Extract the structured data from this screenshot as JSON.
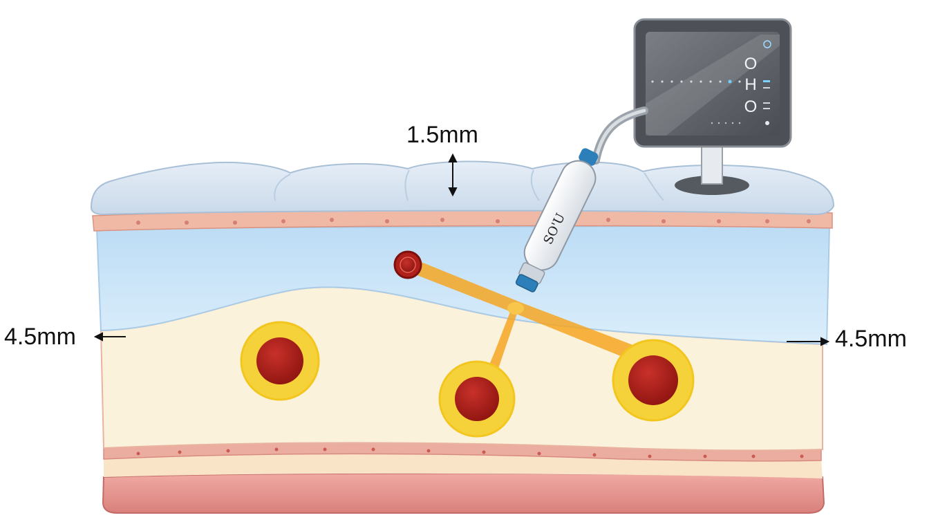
{
  "labels": {
    "top_depth": "1.5mm",
    "left_depth": "4.5mm",
    "right_depth": "4.5mm"
  },
  "probe": {
    "marking": "SO'U"
  },
  "monitor": {
    "screen_glyphs": [
      "O",
      "H",
      "O"
    ]
  },
  "colors": {
    "surface_layer": "#dbe6f2",
    "epidermis_band": "#efb9a6",
    "dermis_blue": "#cfe5f7",
    "fat_layer": "#fbf2dc",
    "muscle_layer": "#e38b87",
    "focal_point": "#b0201b",
    "focal_halo": "#f6d23a",
    "beam": "#f5a623"
  }
}
